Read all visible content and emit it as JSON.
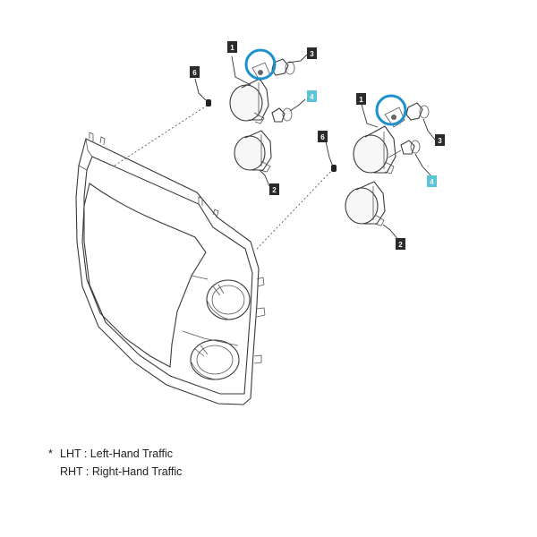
{
  "diagram": {
    "callouts": [
      {
        "id": "left-1",
        "label": "1",
        "accent": false
      },
      {
        "id": "left-3",
        "label": "3",
        "accent": false
      },
      {
        "id": "left-6",
        "label": "6",
        "accent": false
      },
      {
        "id": "left-4",
        "label": "4",
        "accent": true
      },
      {
        "id": "left-2",
        "label": "2",
        "accent": false
      },
      {
        "id": "right-1",
        "label": "1",
        "accent": false
      },
      {
        "id": "right-3",
        "label": "3",
        "accent": false
      },
      {
        "id": "right-6",
        "label": "6",
        "accent": false
      },
      {
        "id": "right-4",
        "label": "4",
        "accent": true
      },
      {
        "id": "right-2",
        "label": "2",
        "accent": false
      }
    ],
    "colors": {
      "callout_dark": "#2b2b2b",
      "callout_accent": "#5bc4d6",
      "highlight_circle": "#1e90d0",
      "line": "#3a3a3a"
    }
  },
  "legend": {
    "rows": [
      {
        "mark": "*",
        "text": "LHT : Left-Hand Traffic"
      },
      {
        "mark": "",
        "text": "RHT : Right-Hand Traffic"
      }
    ]
  }
}
